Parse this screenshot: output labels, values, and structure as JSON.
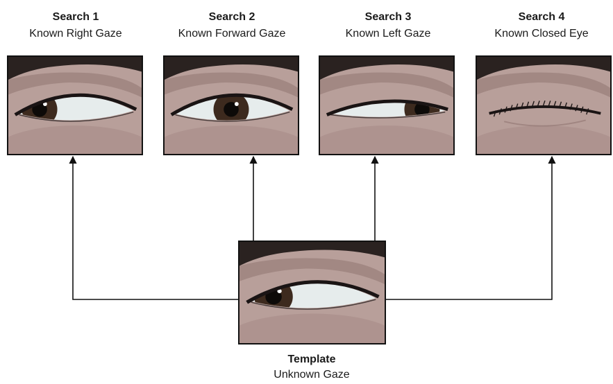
{
  "searches": [
    {
      "title": "Search 1",
      "subtitle": "Known Right Gaze",
      "gaze": "right"
    },
    {
      "title": "Search 2",
      "subtitle": "Known Forward Gaze",
      "gaze": "forward"
    },
    {
      "title": "Search 3",
      "subtitle": "Known Left Gaze",
      "gaze": "left"
    },
    {
      "title": "Search 4",
      "subtitle": "Known Closed Eye",
      "gaze": "closed"
    }
  ],
  "template": {
    "title": "Template",
    "subtitle": "Unknown Gaze",
    "gaze": "right"
  },
  "colors": {
    "skin": "#b89f9a",
    "skin_dark": "#8f7571",
    "brow": "#2a2220",
    "lash": "#1a1414",
    "sclera": "#e6ecec",
    "iris": "#3d2a1e",
    "frame": "#111111",
    "line": "#111111"
  }
}
